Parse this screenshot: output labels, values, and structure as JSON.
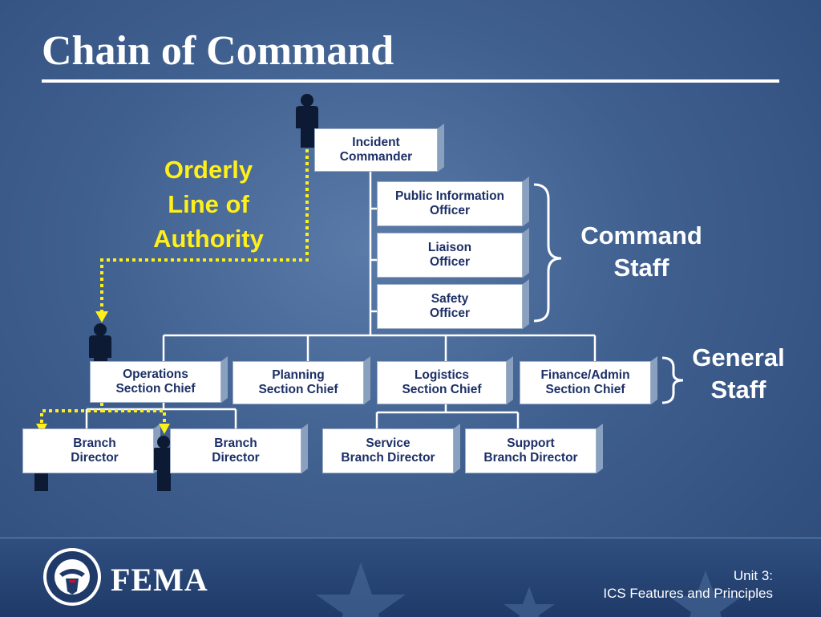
{
  "title": "Chain of Command",
  "authority_label": [
    "Orderly",
    "Line of",
    "Authority"
  ],
  "command_staff_label": [
    "Command",
    "Staff"
  ],
  "general_staff_label": [
    "General",
    "Staff"
  ],
  "boxes": {
    "incident_commander": [
      "Incident",
      "Commander"
    ],
    "public_information_officer": [
      "Public Information",
      "Officer"
    ],
    "liaison_officer": [
      "Liaison",
      "Officer"
    ],
    "safety_officer": [
      "Safety",
      "Officer"
    ],
    "operations": [
      "Operations",
      "Section Chief"
    ],
    "planning": [
      "Planning",
      "Section Chief"
    ],
    "logistics": [
      "Logistics",
      "Section Chief"
    ],
    "finance": [
      "Finance/Admin",
      "Section Chief"
    ],
    "branch_1": [
      "Branch",
      "Director"
    ],
    "branch_2": [
      "Branch",
      "Director"
    ],
    "service_branch": [
      "Service",
      "Branch Director"
    ],
    "support_branch": [
      "Support",
      "Branch Director"
    ]
  },
  "footer": {
    "agency": "FEMA",
    "unit": "Unit 3:",
    "course": "ICS Features and Principles"
  },
  "colors": {
    "yellow": "#ffef1a",
    "box_text": "#1c2f66",
    "background": "#3f5f8f",
    "person_icon": "#0d1a33"
  }
}
